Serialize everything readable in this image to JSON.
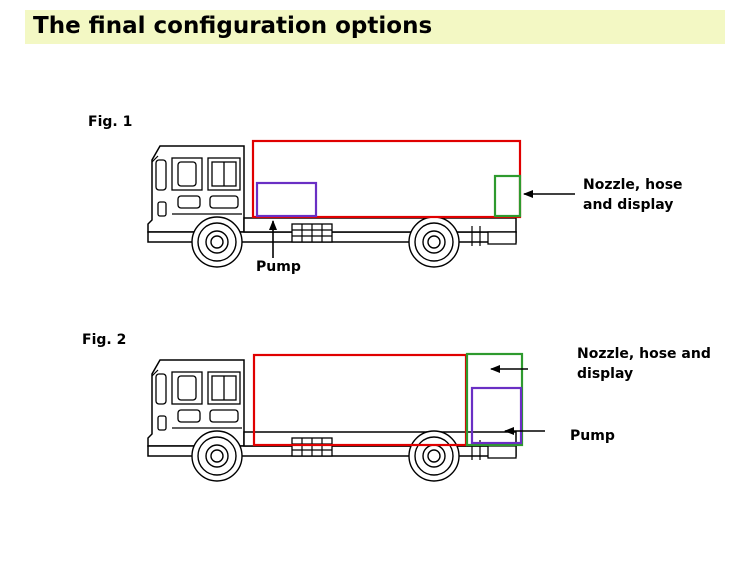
{
  "title": "The final configuration options",
  "colors": {
    "title_bg": "#f3f8c4",
    "storage_box": "#e00000",
    "nozzle_hose_display_box": "#2e9a2e",
    "pump_box": "#6a2fc4"
  },
  "fig1": {
    "label": "Fig. 1",
    "nozzle_label_line1": "Nozzle, hose",
    "nozzle_label_line2": "and display",
    "pump_label": "Pump"
  },
  "fig2": {
    "label": "Fig. 2",
    "nozzle_label_line1": "Nozzle, hose and",
    "nozzle_label_line2": "display",
    "pump_label": "Pump"
  }
}
